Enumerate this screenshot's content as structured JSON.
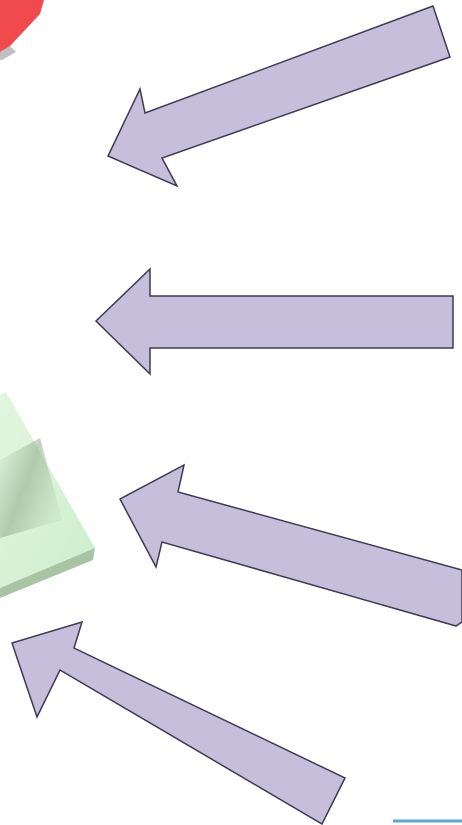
{
  "diagram": {
    "arrows": [
      {
        "id": "arrow-1",
        "direction": "down-left"
      },
      {
        "id": "arrow-2",
        "direction": "left"
      },
      {
        "id": "arrow-3",
        "direction": "up-left"
      },
      {
        "id": "arrow-4",
        "direction": "up-left"
      }
    ],
    "colors": {
      "arrow_fill": "#c6bfdb",
      "arrow_stroke": "#3d3a52",
      "red_object": "#f04a4c",
      "green_object": "#d3f0d1",
      "green_object_edge": "#a9c4a3",
      "green_shadow": "#9fb59a",
      "gray_edge": "#9a9a9a",
      "accent_line": "#5aa7d8",
      "background": "#ffffff"
    }
  }
}
